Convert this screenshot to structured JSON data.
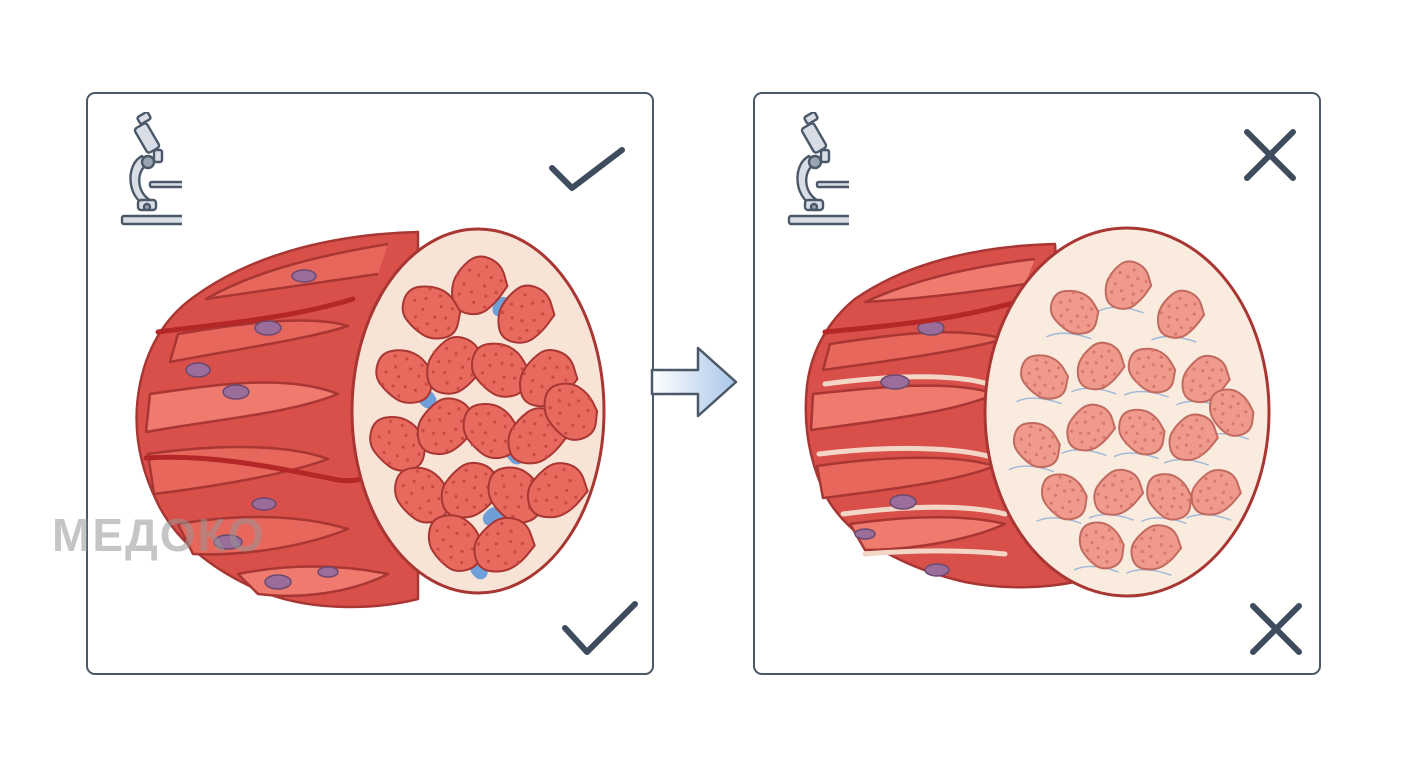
{
  "watermark": {
    "text": "МЕДОКО"
  },
  "panels": [
    {
      "state": "healthy",
      "status_icon": "check-icon",
      "instrument_icon": "microscope-icon"
    },
    {
      "state": "degraded",
      "status_icon": "x-icon",
      "instrument_icon": "microscope-icon"
    }
  ],
  "transition_icon": "arrow-right-icon",
  "colors": {
    "outline": "#4a5868",
    "muscle": "#e0574e",
    "muscle_dark": "#b83b36",
    "fiber_healthy": "#e86a5e",
    "fiber_degraded": "#ef9a8c",
    "connective_tissue": "#f7e4d6",
    "interstitial_blue": "#6f9fd8",
    "nucleus": "#9a6d9a",
    "vessel": "#b52626"
  }
}
